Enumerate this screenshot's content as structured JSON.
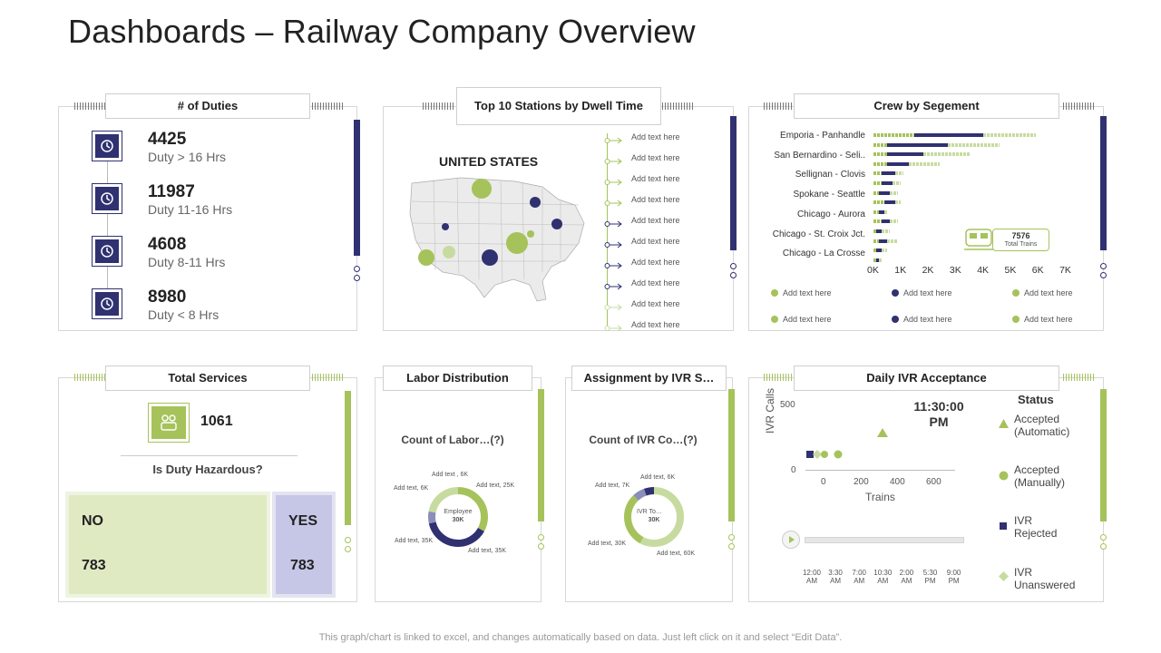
{
  "page": {
    "title": "Dashboards – Railway Company Overview",
    "footer": "This graph/chart is linked to excel, and changes automatically based on data. Just left click on it and select “Edit Data”."
  },
  "duties": {
    "title": "# of Duties",
    "items": [
      {
        "value": "4425",
        "label": "Duty > 16 Hrs"
      },
      {
        "value": "11987",
        "label": "Duty 11-16 Hrs"
      },
      {
        "value": "4608",
        "label": "Duty 8-11 Hrs"
      },
      {
        "value": "8980",
        "label": "Duty < 8 Hrs"
      }
    ]
  },
  "stations": {
    "title": "Top 10 Stations by Dwell Time",
    "map_label": "UNITED STATES",
    "list": [
      "Add text here",
      "Add text here",
      "Add text here",
      "Add text here",
      "Add text here",
      "Add text here",
      "Add text here",
      "Add text here",
      "Add text here",
      "Add text here"
    ]
  },
  "crew": {
    "title": "Crew by Segement",
    "categories": [
      "Emporia - Panhandle",
      "San Bernardino - Seli..",
      "Sellignan - Clovis",
      "Spokane - Seattle",
      "Chicago - Aurora",
      "Chicago - St. Croix Jct.",
      "Chicago - La Crosse"
    ],
    "ticks": [
      "0K",
      "1K",
      "2K",
      "3K",
      "4K",
      "5K",
      "6K",
      "7K"
    ],
    "callout_value": "7576",
    "callout_label": "Total Trains",
    "legend": [
      "Add text here",
      "Add text here",
      "Add text here",
      "Add text here",
      "Add text here",
      "Add text here"
    ]
  },
  "services": {
    "title": "Total Services",
    "value": "1061",
    "question": "Is Duty Hazardous?",
    "no_label": "NO",
    "no_value": "783",
    "yes_label": "YES",
    "yes_value": "783"
  },
  "labor": {
    "title": "Labor Distribution",
    "subtitle": "Count of Labor…(?)",
    "center": "Employee",
    "center_value": "30K",
    "labels": [
      "Add text , 6K",
      "Add text, 6K",
      "Add text, 25K",
      "Add text, 35K",
      "Add text, 35K"
    ]
  },
  "ivr_assign": {
    "title": "Assignment by IVR S…",
    "subtitle": "Count of IVR Co…(?)",
    "center": "IVR To…",
    "center_value": "30K",
    "labels": [
      "Add text, 6K",
      "Add text, 7K",
      "Add text, 30K",
      "Add text, 60K"
    ]
  },
  "daily_ivr": {
    "title": "Daily IVR Acceptance",
    "time_label": "11:30:00 PM",
    "y_label": "IVR Calls",
    "y_ticks": [
      "500",
      "0"
    ],
    "x_ticks": [
      "0",
      "200",
      "400",
      "600"
    ],
    "x_label": "Trains",
    "status_title": "Status",
    "status": [
      {
        "label": "Accepted (Automatic)"
      },
      {
        "label": "Accepted (Manually)"
      },
      {
        "label": "IVR Rejected"
      },
      {
        "label": "IVR Unanswered"
      }
    ],
    "schedule": [
      "12:00 AM",
      "3:30 AM",
      "7:00 AM",
      "10:30 AM",
      "2:00 AM",
      "5:30 PM",
      "9:00 PM"
    ]
  },
  "colors": {
    "navy": "#2f3170",
    "lime": "#a5c35a",
    "light_lime": "#dfeac3",
    "light_navy": "#c6c7e6"
  }
}
